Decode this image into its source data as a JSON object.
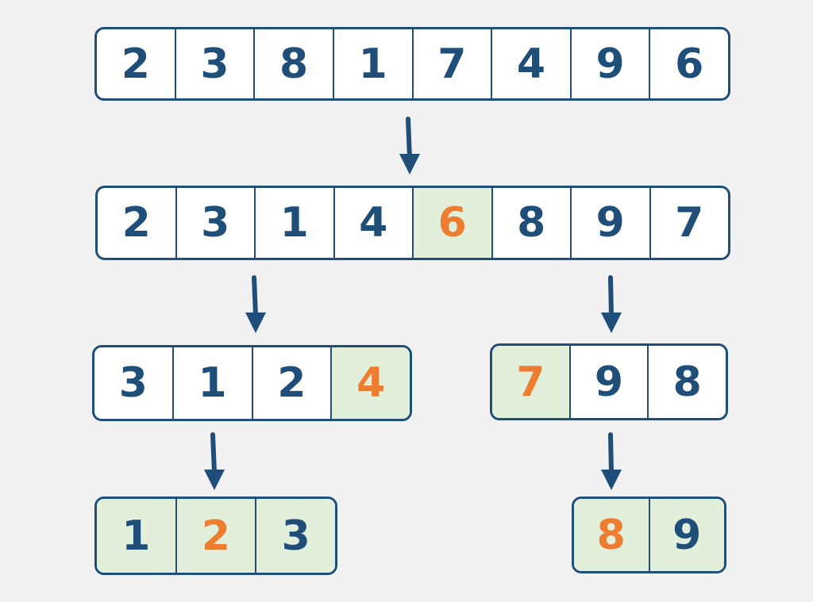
{
  "colors": {
    "background": "#f1f1f1",
    "border": "#1f4e79",
    "text": "#1f4e79",
    "pivot": "#ed7d31",
    "highlight_fill": "#e2efda"
  },
  "arrays": {
    "original": {
      "cells": [
        {
          "value": "2",
          "state": "normal"
        },
        {
          "value": "3",
          "state": "normal"
        },
        {
          "value": "8",
          "state": "normal"
        },
        {
          "value": "1",
          "state": "normal"
        },
        {
          "value": "7",
          "state": "normal"
        },
        {
          "value": "4",
          "state": "normal"
        },
        {
          "value": "9",
          "state": "normal"
        },
        {
          "value": "6",
          "state": "normal"
        }
      ]
    },
    "partitioned": {
      "cells": [
        {
          "value": "2",
          "state": "normal"
        },
        {
          "value": "3",
          "state": "normal"
        },
        {
          "value": "1",
          "state": "normal"
        },
        {
          "value": "4",
          "state": "normal"
        },
        {
          "value": "6",
          "state": "pivot"
        },
        {
          "value": "8",
          "state": "normal"
        },
        {
          "value": "9",
          "state": "normal"
        },
        {
          "value": "7",
          "state": "normal"
        }
      ]
    },
    "left_sub": {
      "cells": [
        {
          "value": "3",
          "state": "normal"
        },
        {
          "value": "1",
          "state": "normal"
        },
        {
          "value": "2",
          "state": "normal"
        },
        {
          "value": "4",
          "state": "pivot"
        }
      ]
    },
    "right_sub": {
      "cells": [
        {
          "value": "7",
          "state": "pivot"
        },
        {
          "value": "9",
          "state": "normal"
        },
        {
          "value": "8",
          "state": "normal"
        }
      ]
    },
    "left_result": {
      "cells": [
        {
          "value": "1",
          "state": "sorted"
        },
        {
          "value": "2",
          "state": "pivot"
        },
        {
          "value": "3",
          "state": "sorted"
        }
      ]
    },
    "right_result": {
      "cells": [
        {
          "value": "8",
          "state": "pivot"
        },
        {
          "value": "9",
          "state": "sorted"
        }
      ]
    }
  }
}
